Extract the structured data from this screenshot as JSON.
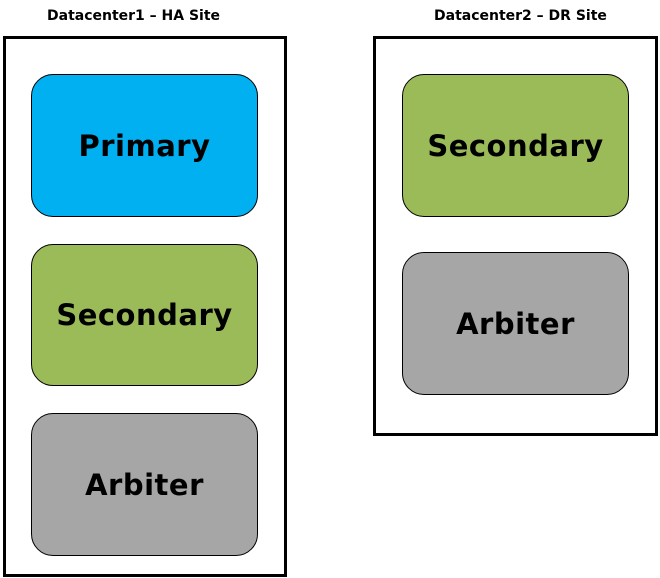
{
  "colors": {
    "primary": "#00b0f0",
    "secondary": "#9bbb59",
    "arbiter": "#a6a6a6",
    "border": "#000000"
  },
  "datacenter1": {
    "title": "Datacenter1 – HA Site",
    "nodes": [
      {
        "role": "primary",
        "label": "Primary"
      },
      {
        "role": "secondary",
        "label": "Secondary"
      },
      {
        "role": "arbiter",
        "label": "Arbiter"
      }
    ]
  },
  "datacenter2": {
    "title": "Datacenter2 – DR Site",
    "nodes": [
      {
        "role": "secondary",
        "label": "Secondary"
      },
      {
        "role": "arbiter",
        "label": "Arbiter"
      }
    ]
  }
}
